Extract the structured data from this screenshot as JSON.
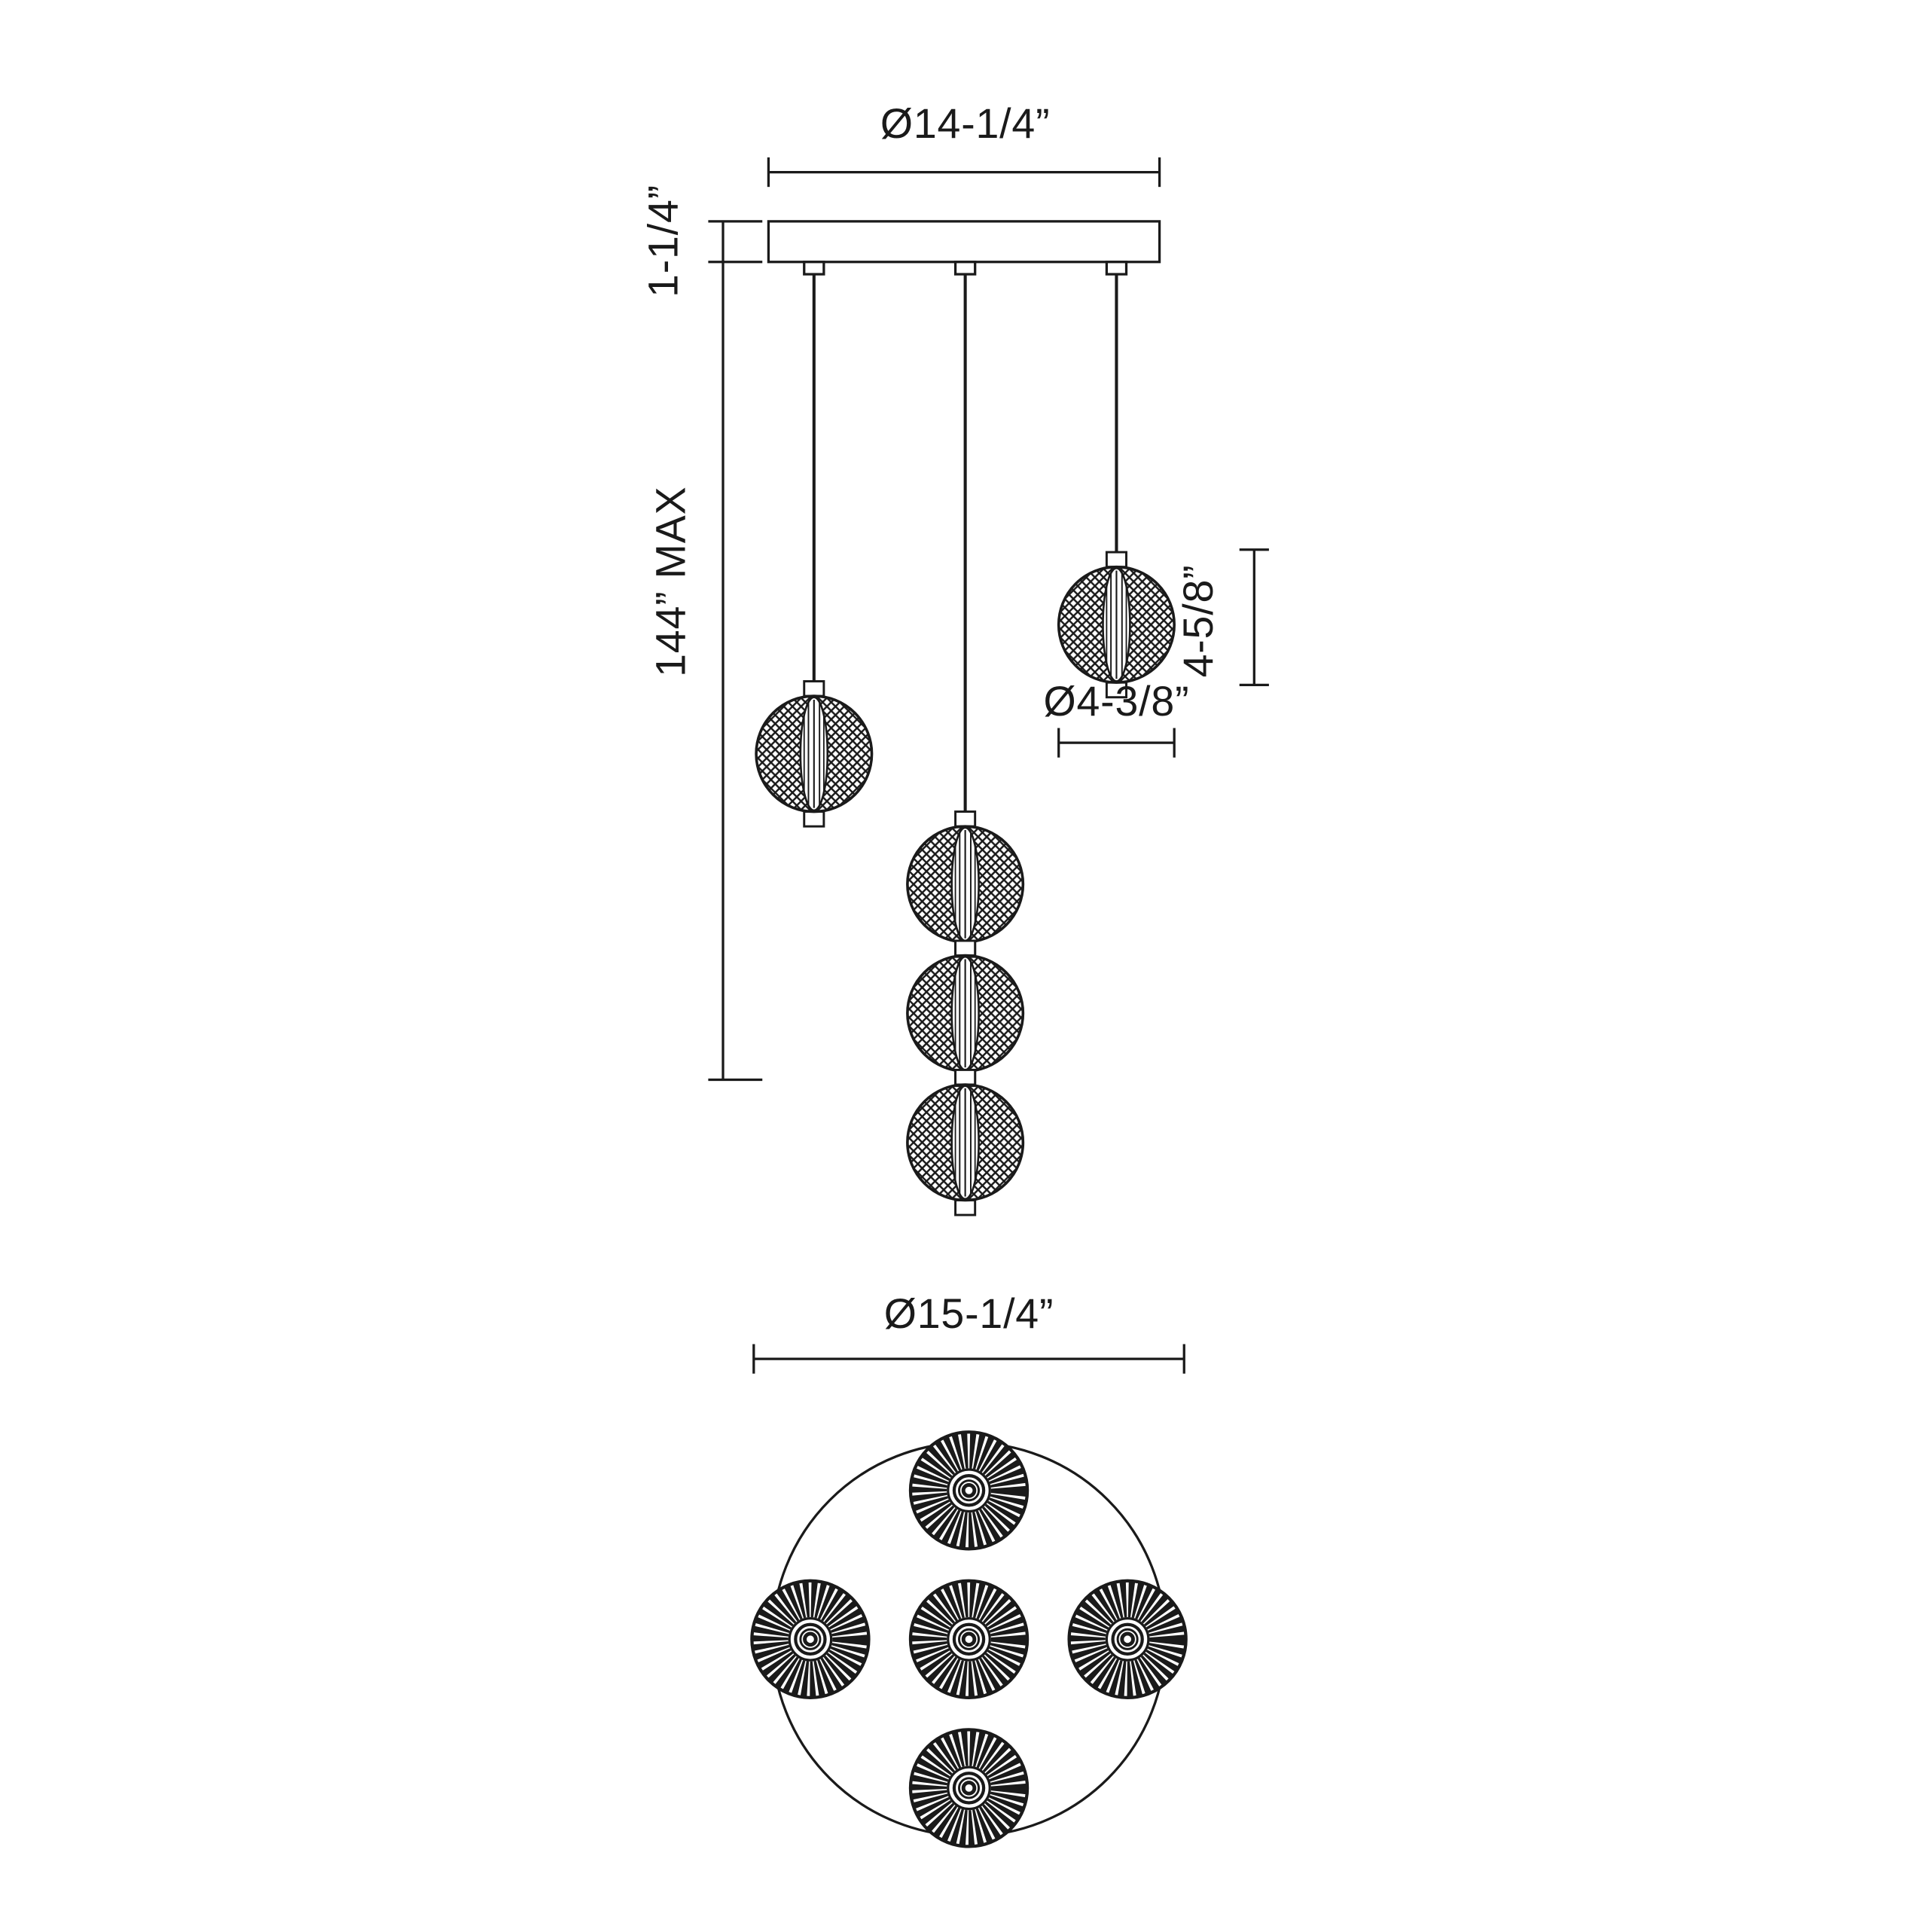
{
  "colors": {
    "line": "#1a1a1a",
    "background": "#ffffff"
  },
  "elevation": {
    "canopy_width_label": "Ø14-1/4”",
    "canopy_height_label": "1-1/4”",
    "max_height_label": "144” MAX",
    "globe_height_label": "4-5/8”",
    "globe_diameter_label": "Ø4-3/8”"
  },
  "plan": {
    "overall_diameter_label": "Ø15-1/4”"
  }
}
